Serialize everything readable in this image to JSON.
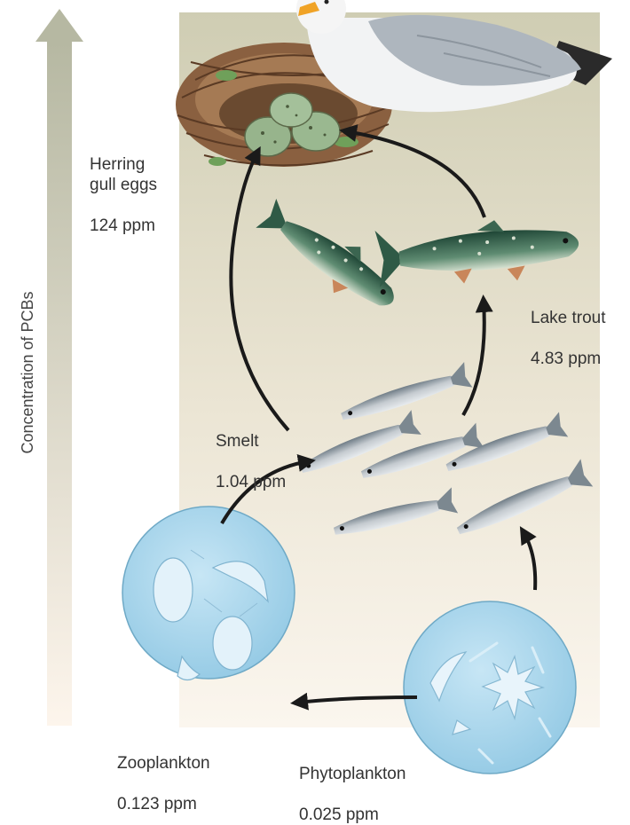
{
  "axis": {
    "label": "Concentration of PCBs"
  },
  "levels": [
    {
      "organism": "Herring\ngull eggs",
      "value": "124 ppm"
    },
    {
      "organism": "Lake trout",
      "value": "4.83 ppm"
    },
    {
      "organism": "Smelt",
      "value": "1.04 ppm"
    },
    {
      "organism": "Zooplankton",
      "value": "0.123 ppm"
    },
    {
      "organism": "Phytoplankton",
      "value": "0.025 ppm"
    }
  ],
  "colors": {
    "arrow_top": "#b6b8a2",
    "arrow_bottom": "#fdf5ec",
    "panel_top": "#cfcdb3",
    "panel_bottom": "#fbf6ee",
    "plankton_circle": "#a9d5ec",
    "fish_silver": "#8f9aa3",
    "trout_green": "#3d6a52",
    "flow_arrow": "#1a1a1a"
  },
  "icons": [
    "herring-gull",
    "nest",
    "gull-eggs",
    "lake-trout",
    "smelt",
    "zooplankton",
    "phytoplankton"
  ]
}
